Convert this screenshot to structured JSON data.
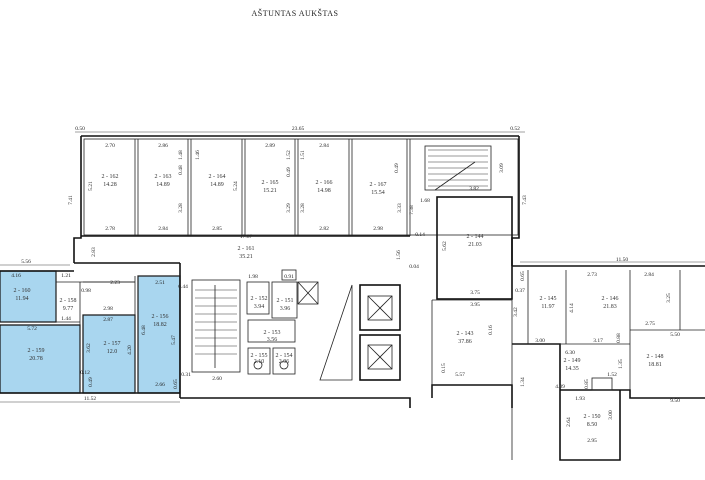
{
  "title": "AŠTUNTAS AUKŠTAS",
  "rooms": [
    {
      "id": "r162",
      "num": "2 - 162",
      "area": "14.28"
    },
    {
      "id": "r163",
      "num": "2 - 163",
      "area": "14.89"
    },
    {
      "id": "r164",
      "num": "2 - 164",
      "area": "14.89"
    },
    {
      "id": "r165",
      "num": "2 - 165",
      "area": "15.21"
    },
    {
      "id": "r166",
      "num": "2 - 166",
      "area": "14.98"
    },
    {
      "id": "r167",
      "num": "2 - 167",
      "area": "15.54"
    },
    {
      "id": "r161",
      "num": "2 - 161",
      "area": "35.21"
    },
    {
      "id": "r144",
      "num": "2 - 144",
      "area": "21.03"
    },
    {
      "id": "r160",
      "num": "2 - 160",
      "area": "11.94"
    },
    {
      "id": "r158",
      "num": "2 - 158",
      "area": "9.77"
    },
    {
      "id": "r156",
      "num": "2 - 156",
      "area": "18.82"
    },
    {
      "id": "r159",
      "num": "2 - 159",
      "area": "20.78"
    },
    {
      "id": "r157",
      "num": "2 - 157",
      "area": "12.0"
    },
    {
      "id": "r152",
      "num": "2 - 152",
      "area": "3.94"
    },
    {
      "id": "r151",
      "num": "2 - 151",
      "area": "3.96"
    },
    {
      "id": "r153",
      "num": "2 - 153",
      "area": "3.56"
    },
    {
      "id": "r155",
      "num": "2 - 155",
      "area": "2.10"
    },
    {
      "id": "r154",
      "num": "2 - 154",
      "area": "2.06"
    },
    {
      "id": "r143",
      "num": "2 - 143",
      "area": "37.86"
    },
    {
      "id": "r145",
      "num": "2 - 145",
      "area": "11.97"
    },
    {
      "id": "r146",
      "num": "2 - 146",
      "area": "21.83"
    },
    {
      "id": "r149",
      "num": "2 - 149",
      "area": "14.35"
    },
    {
      "id": "r148",
      "num": "2 - 148",
      "area": "18.81"
    },
    {
      "id": "r150",
      "num": "2 - 150",
      "area": "8.50"
    }
  ],
  "dimensions": {
    "d0": "0.50",
    "d1": "23.65",
    "d2": "0.52",
    "d3": "2.70",
    "d4": "2.86",
    "d5": "2.89",
    "d6": "2.84",
    "d7": "7.41",
    "d8": "7.43",
    "d9": "5.21",
    "d10": "1.48",
    "d11": "0.48",
    "d12": "1.46",
    "d13": "5.24",
    "d14": "3.28",
    "d15": "3.29",
    "d16": "1.52",
    "d17": "0.49",
    "d18": "1.51",
    "d19": "3.28b",
    "d20": "3.33",
    "d21": "0.49b",
    "d22": "3.09",
    "d23": "3.82",
    "d24": "1.68",
    "d25": "7.38",
    "d26": "2.78",
    "d27": "2.84b",
    "d28": "2.85",
    "d29": "2.82",
    "d30": "2.98",
    "d31": "0.14",
    "d32": "17.87",
    "d33": "2.83",
    "d34": "1.56",
    "d35": "0.04",
    "d36": "5.62",
    "d37": "5.56",
    "d38": "11.50",
    "d39": "4.16",
    "d40": "1.21",
    "d41": "0.98",
    "d42": "2.23",
    "d43": "2.51",
    "d44": "0.44",
    "d45": "2.98b",
    "d46": "1.44",
    "d47": "5.72",
    "d48": "2.87",
    "d49": "3.62",
    "d50": "6.48",
    "d51": "5.47",
    "d52": "4.20",
    "d53": "0.12",
    "d54": "0.49c",
    "d55": "2.66",
    "d56": "0.65",
    "d57": "0.31",
    "d58": "11.52",
    "d59": "1.98",
    "d60": "0.91",
    "d61": "2.60",
    "d62": "3.75",
    "d63": "3.95",
    "d64": "0.37",
    "d65": "0.65b",
    "d66": "2.73",
    "d67": "2.84c",
    "d68": "3.25",
    "d69": "4.14",
    "d70": "2.75",
    "d71": "5.50",
    "d72": "3.42",
    "d73": "0.16",
    "d74": "3.00",
    "d75": "3.17",
    "d76": "0.88",
    "d77": "6.30",
    "d78": "1.35",
    "d79": "5.57",
    "d80": "0.15",
    "d81": "1.52b",
    "d82": "4.09",
    "d83": "0.85",
    "d84": "1.34",
    "d85": "9.50",
    "d86": "1.93",
    "d87": "2.64",
    "d88": "3.00b",
    "d89": "2.95"
  }
}
